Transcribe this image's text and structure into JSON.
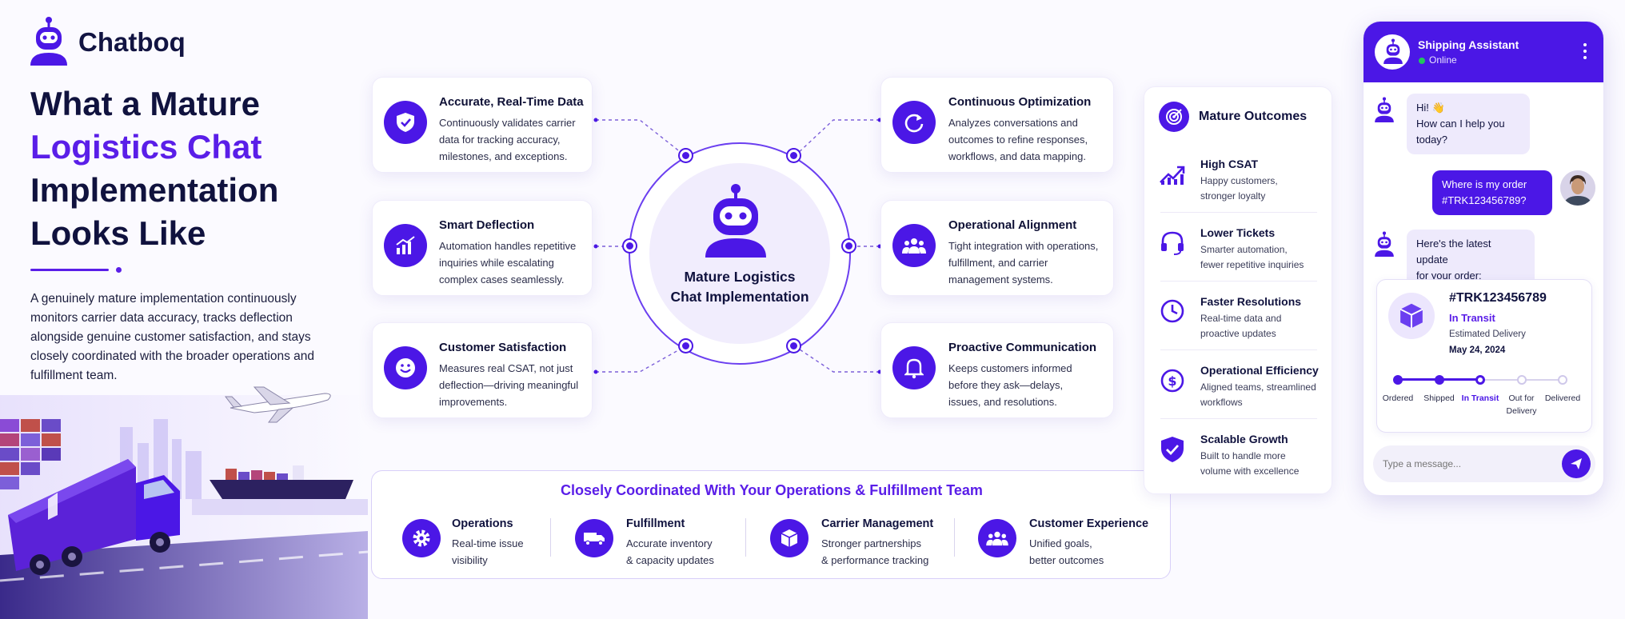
{
  "brand": {
    "name": "Chatboq"
  },
  "headline": {
    "line1": "What a Mature",
    "line2": "Logistics Chat",
    "line3": "Implementation",
    "line4": "Looks Like"
  },
  "intro": "A genuinely mature implementation continuously monitors carrier data accuracy, tracks deflection alongside genuine customer satisfaction, and stays closely coordinated with the broader operations and fulfillment team.",
  "center": {
    "line1": "Mature Logistics",
    "line2": "Chat Implementation"
  },
  "features": [
    {
      "title": "Accurate, Real-Time Data",
      "desc": "Continuously validates carrier\ndata for tracking accuracy,\nmilestones, and exceptions.",
      "icon": "shield-check-icon"
    },
    {
      "title": "Smart Deflection",
      "desc": "Automation handles repetitive\ninquiries while escalating\ncomplex cases seamlessly.",
      "icon": "bar-chart-icon"
    },
    {
      "title": "Customer Satisfaction",
      "desc": "Measures real CSAT, not just\ndeflection—driving meaningful\nimprovements.",
      "icon": "smiley-icon"
    },
    {
      "title": "Continuous Optimization",
      "desc": "Analyzes conversations and\noutcomes to refine responses,\nworkflows, and data mapping.",
      "icon": "refresh-icon"
    },
    {
      "title": "Operational Alignment",
      "desc": "Tight integration with operations,\nfulfillment, and carrier\nmanagement systems.",
      "icon": "team-icon"
    },
    {
      "title": "Proactive Communication",
      "desc": "Keeps customers informed\nbefore they ask—delays,\nissues, and resolutions.",
      "icon": "bell-icon"
    }
  ],
  "outcomes": {
    "title": "Mature Outcomes",
    "items": [
      {
        "title": "High CSAT",
        "desc": "Happy customers,\nstronger loyalty",
        "icon": "trend-up-icon"
      },
      {
        "title": "Lower Tickets",
        "desc": "Smarter automation,\nfewer repetitive inquiries",
        "icon": "headset-icon"
      },
      {
        "title": "Faster Resolutions",
        "desc": "Real-time data and\nproactive updates",
        "icon": "clock-icon"
      },
      {
        "title": "Operational Efficiency",
        "desc": "Aligned teams, streamlined\nworkflows",
        "icon": "dollar-icon"
      },
      {
        "title": "Scalable Growth",
        "desc": "Built to handle more\nvolume with excellence",
        "icon": "shield-check-icon"
      }
    ]
  },
  "team": {
    "title": "Closely Coordinated With Your Operations & Fulfillment Team",
    "items": [
      {
        "title": "Operations",
        "desc": "Real-time issue\nvisibility",
        "icon": "gear-icon"
      },
      {
        "title": "Fulfillment",
        "desc": "Accurate inventory\n& capacity updates",
        "icon": "truck-icon"
      },
      {
        "title": "Carrier Management",
        "desc": "Stronger partnerships\n& performance tracking",
        "icon": "package-icon"
      },
      {
        "title": "Customer Experience",
        "desc": "Unified goals,\nbetter outcomes",
        "icon": "team-icon"
      }
    ]
  },
  "chat": {
    "title": "Shipping Assistant",
    "status": "Online",
    "status_color": "#22c55e",
    "messages": [
      {
        "from": "bot",
        "text": "Hi! 👋\nHow can I help you\ntoday?"
      },
      {
        "from": "user",
        "text": "Where is my order\n#TRK123456789?"
      },
      {
        "from": "bot",
        "text": "Here's the latest update\nfor your order:"
      }
    ],
    "order": {
      "id": "#TRK123456789",
      "status": "In Transit",
      "delivery_label": "Estimated Delivery",
      "delivery_date": "May 24, 2024",
      "steps": [
        "Ordered",
        "Shipped",
        "In Transit",
        "Out for\nDelivery",
        "Delivered"
      ],
      "current_step": 3
    },
    "input_placeholder": "Type a message..."
  },
  "colors": {
    "accent": "#4b17e6",
    "accent_light": "#5a1ee8",
    "ink": "#10123e"
  }
}
